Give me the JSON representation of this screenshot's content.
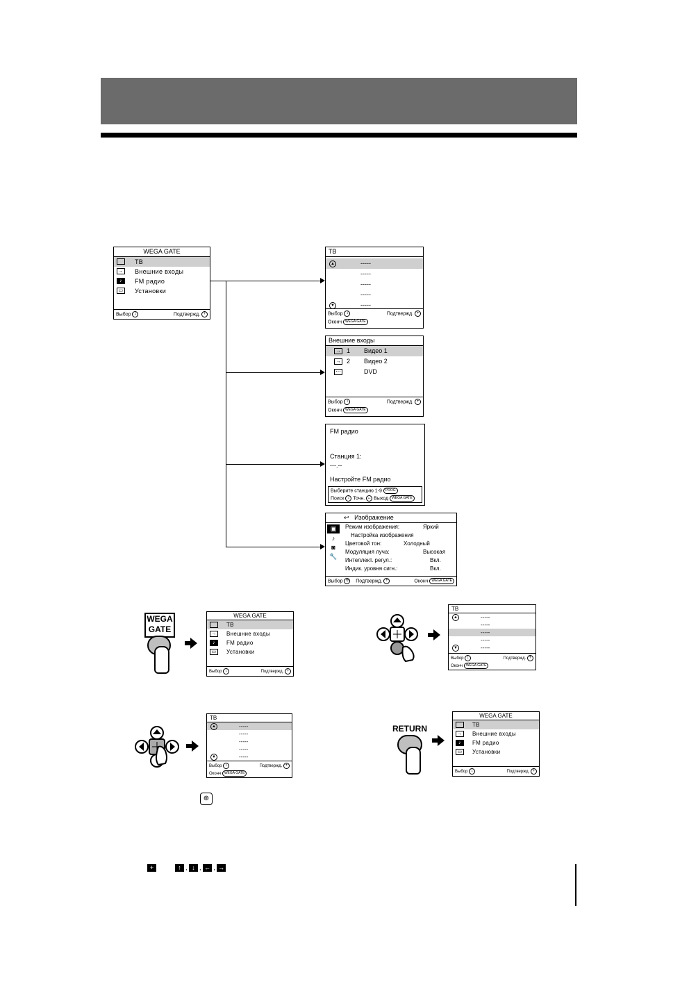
{
  "main_menu": {
    "title": "WEGA GATE",
    "items": [
      "ТВ",
      "Внешние входы",
      "FM радио",
      "Установки"
    ],
    "footer_left": "Выбор",
    "footer_right": "Подтвержд."
  },
  "tv_menu": {
    "title": "ТВ",
    "rows": [
      "-----",
      "-----",
      "-----",
      "-----",
      "-----"
    ],
    "footer_left": "Выбор",
    "footer_right": "Подтвержд.",
    "footer_exit": "Оконч",
    "exit_badge": "WEGA GATE"
  },
  "inputs_menu": {
    "title": "Внешние входы",
    "rows": [
      {
        "num": "1",
        "label": "Видео 1"
      },
      {
        "num": "2",
        "label": "Видео 2"
      },
      {
        "num": "",
        "label": "DVD"
      }
    ],
    "footer_left": "Выбор",
    "footer_right": "Подтвержд.",
    "footer_exit": "Оконч",
    "exit_badge": "WEGA GATE"
  },
  "fm_menu": {
    "title": "FM радио",
    "station": "Станция 1:",
    "freq": "---.--",
    "tune": "Настройте FM радио",
    "select_hint": "Выберите станцию 1-9",
    "prog_badge": "PROG",
    "search": "Поиск",
    "fine": "Точн.",
    "exit": "Выход",
    "exit_badge": "WEGA GATE"
  },
  "picture_menu": {
    "title": "Изображение",
    "rows": [
      {
        "label": "Режим изображения:",
        "value": "Яркий"
      },
      {
        "label": "Настройка изображения",
        "value": ""
      },
      {
        "label": "Цветовой тон:",
        "value": "Холодный"
      },
      {
        "label": "Модуляция луча:",
        "value": "Высокая"
      },
      {
        "label": "Интеллект. регул.:",
        "value": "Вкл."
      },
      {
        "label": "Индик. уровня сигн.:",
        "value": "Вкл."
      }
    ],
    "footer_left": "Выбор",
    "footer_mid": "Подтвержд.",
    "footer_right": "Оконч",
    "exit_badge": "WEGA GATE"
  },
  "buttons": {
    "wega_line1": "WEGA",
    "wega_line2": "GATE",
    "return": "RETURN"
  },
  "bottom_keys": [
    "↑",
    "↓",
    "←",
    "→"
  ]
}
